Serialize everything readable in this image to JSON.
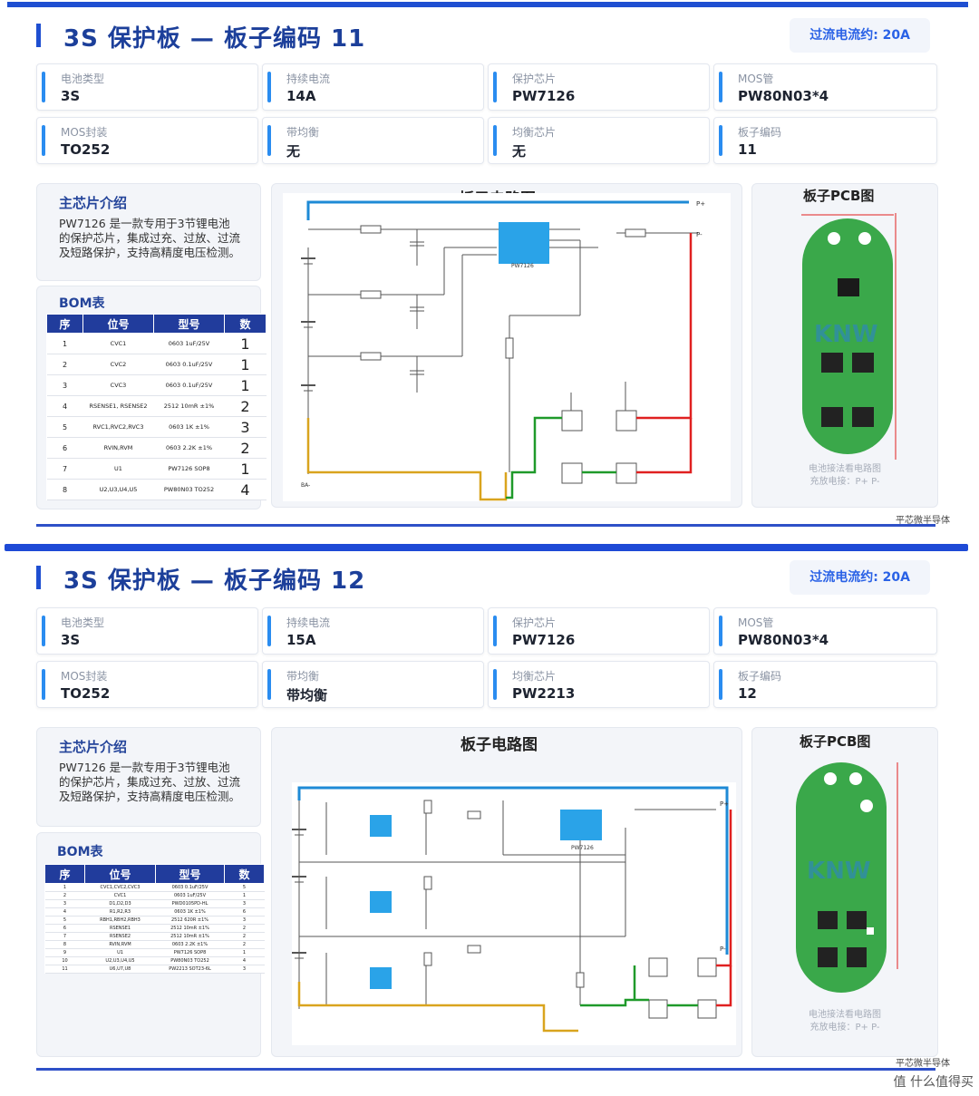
{
  "panels": [
    {
      "title": "3S 保护板 — 板子编码 11",
      "overcurrent": "过流电流约: 20A",
      "specs": [
        {
          "label": "电池类型",
          "value": "3S"
        },
        {
          "label": "持续电流",
          "value": "14A"
        },
        {
          "label": "保护芯片",
          "value": "PW7126"
        },
        {
          "label": "MOS管",
          "value": "PW80N03*4"
        },
        {
          "label": "MOS封装",
          "value": "TO252"
        },
        {
          "label": "带均衡",
          "value": "无"
        },
        {
          "label": "均衡芯片",
          "value": "无"
        },
        {
          "label": "板子编码",
          "value": "11"
        }
      ],
      "intro_title": "主芯片介绍",
      "intro_text": "PW7126 是一款专用于3节锂电池的保护芯片，集成过充、过放、过流及短路保护，支持高精度电压检测。",
      "bom_title": "BOM表",
      "bom_headers": [
        "序",
        "位号",
        "型号",
        "数"
      ],
      "bom_rows": [
        [
          "1",
          "CVC1",
          "0603 1uF/25V",
          "1"
        ],
        [
          "2",
          "CVC2",
          "0603 0.1uF/25V",
          "1"
        ],
        [
          "3",
          "CVC3",
          "0603 0.1uF/25V",
          "1"
        ],
        [
          "4",
          "RSENSE1, RSENSE2",
          "2512 10mR ±1%",
          "2"
        ],
        [
          "5",
          "RVC1,RVC2,RVC3",
          "0603 1K ±1%",
          "3"
        ],
        [
          "6",
          "RVIN,RVM",
          "0603 2.2K ±1%",
          "2"
        ],
        [
          "7",
          "U1",
          "PW7126 SOP8",
          "1"
        ],
        [
          "8",
          "U2,U3,U4,U5",
          "PW80N03 TO252",
          "4"
        ]
      ],
      "circuit_title": "板子电路图",
      "pcb_title": "板子PCB图",
      "pcb_note_1": "电池接法看电路图",
      "pcb_note_2": "充放电接：P+ P-",
      "brand": "平芯微半导体"
    },
    {
      "title": "3S 保护板 — 板子编码 12",
      "overcurrent": "过流电流约: 20A",
      "specs": [
        {
          "label": "电池类型",
          "value": "3S"
        },
        {
          "label": "持续电流",
          "value": "15A"
        },
        {
          "label": "保护芯片",
          "value": "PW7126"
        },
        {
          "label": "MOS管",
          "value": "PW80N03*4"
        },
        {
          "label": "MOS封装",
          "value": "TO252"
        },
        {
          "label": "带均衡",
          "value": "带均衡"
        },
        {
          "label": "均衡芯片",
          "value": "PW2213"
        },
        {
          "label": "板子编码",
          "value": "12"
        }
      ],
      "intro_title": "主芯片介绍",
      "intro_text": "PW7126 是一款专用于3节锂电池的保护芯片，集成过充、过放、过流及短路保护，支持高精度电压检测。",
      "bom_title": "BOM表",
      "bom_headers": [
        "序",
        "位号",
        "型号",
        "数"
      ],
      "bom_rows": [
        [
          "1",
          "CVC1,CVC2,CVC3",
          "0603 0.1uF/25V",
          "5"
        ],
        [
          "2",
          "CVC1",
          "0603 1uF/25V",
          "1"
        ],
        [
          "3",
          "D1,D2,D3",
          "PWD0105PD-HL",
          "3"
        ],
        [
          "4",
          "R1,R2,R3",
          "0603 1K ±1%",
          "6"
        ],
        [
          "5",
          "RBH1,RBH2,RBH3",
          "2512 620R ±1%",
          "3"
        ],
        [
          "6",
          "RSENSE1",
          "2512 10mR ±1%",
          "2"
        ],
        [
          "7",
          "RSENSE2",
          "2512 10mR ±1%",
          "2"
        ],
        [
          "8",
          "RVIN,RVM",
          "0603 2.2K ±1%",
          "2"
        ],
        [
          "9",
          "U1",
          "PW7126 SOP8",
          "1"
        ],
        [
          "10",
          "U2,U3,U4,U5",
          "PW80N03 TO252",
          "4"
        ],
        [
          "11",
          "U6,U7,U8",
          "PW2213 SOT23-6L",
          "3"
        ]
      ],
      "circuit_title": "板子电路图",
      "pcb_title": "板子PCB图",
      "pcb_note_1": "电池接法看电路图",
      "pcb_note_2": "充放电接：P+ P-",
      "brand": "平芯微半导体"
    }
  ],
  "circuit": {
    "chip_label": "PW7126",
    "pcb_logo": "KNW",
    "node_pos": "P+",
    "node_neg": "P-",
    "node_ba": "BA-"
  },
  "watermark": "值 什么值得买",
  "colors": {
    "accent": "#1f4fd1",
    "title": "#1c3f9a",
    "wire_blue": "#1e8ad6",
    "wire_red": "#e02020",
    "wire_green": "#1f9a2a",
    "wire_orange": "#d9a41e",
    "chip": "#2aa3e8",
    "pcb": "#3aa84a"
  }
}
